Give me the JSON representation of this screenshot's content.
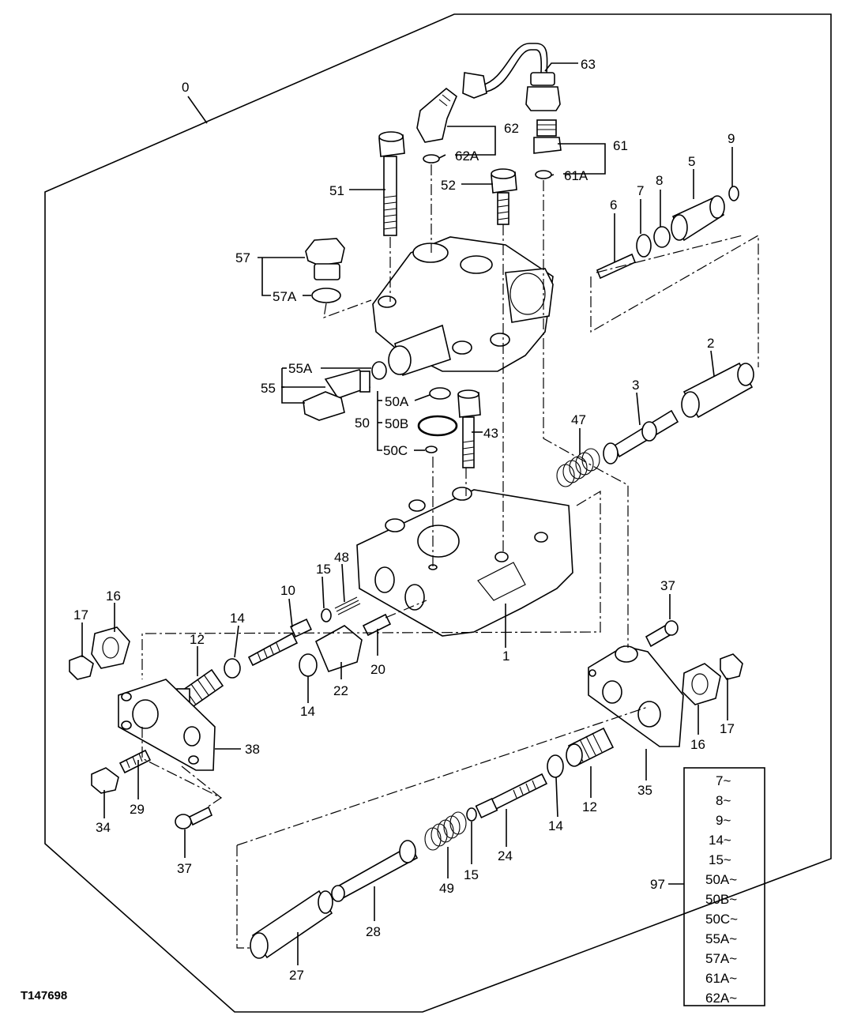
{
  "figure_ref": "T147698",
  "callouts": [
    {
      "label": "0"
    },
    {
      "label": "63"
    },
    {
      "label": "62"
    },
    {
      "label": "62A"
    },
    {
      "label": "61"
    },
    {
      "label": "61A"
    },
    {
      "label": "9"
    },
    {
      "label": "5"
    },
    {
      "label": "8"
    },
    {
      "label": "7"
    },
    {
      "label": "6"
    },
    {
      "label": "51"
    },
    {
      "label": "52"
    },
    {
      "label": "57"
    },
    {
      "label": "57A"
    },
    {
      "label": "55A"
    },
    {
      "label": "55"
    },
    {
      "label": "50A"
    },
    {
      "label": "50"
    },
    {
      "label": "50B"
    },
    {
      "label": "50C"
    },
    {
      "label": "43"
    },
    {
      "label": "2"
    },
    {
      "label": "3"
    },
    {
      "label": "47"
    },
    {
      "label": "48"
    },
    {
      "label": "15"
    },
    {
      "label": "10"
    },
    {
      "label": "16"
    },
    {
      "label": "17"
    },
    {
      "label": "14"
    },
    {
      "label": "12"
    },
    {
      "label": "14"
    },
    {
      "label": "22"
    },
    {
      "label": "20"
    },
    {
      "label": "1"
    },
    {
      "label": "37"
    },
    {
      "label": "38"
    },
    {
      "label": "29"
    },
    {
      "label": "34"
    },
    {
      "label": "37"
    },
    {
      "label": "16"
    },
    {
      "label": "17"
    },
    {
      "label": "35"
    },
    {
      "label": "12"
    },
    {
      "label": "14"
    },
    {
      "label": "24"
    },
    {
      "label": "15"
    },
    {
      "label": "49"
    },
    {
      "label": "28"
    },
    {
      "label": "27"
    },
    {
      "label": "97"
    }
  ],
  "kit_list": {
    "items": [
      "7~",
      "8~",
      "9~",
      "14~",
      "15~",
      "50A~",
      "50B~",
      "50C~",
      "55A~",
      "57A~",
      "61A~",
      "62A~"
    ]
  }
}
